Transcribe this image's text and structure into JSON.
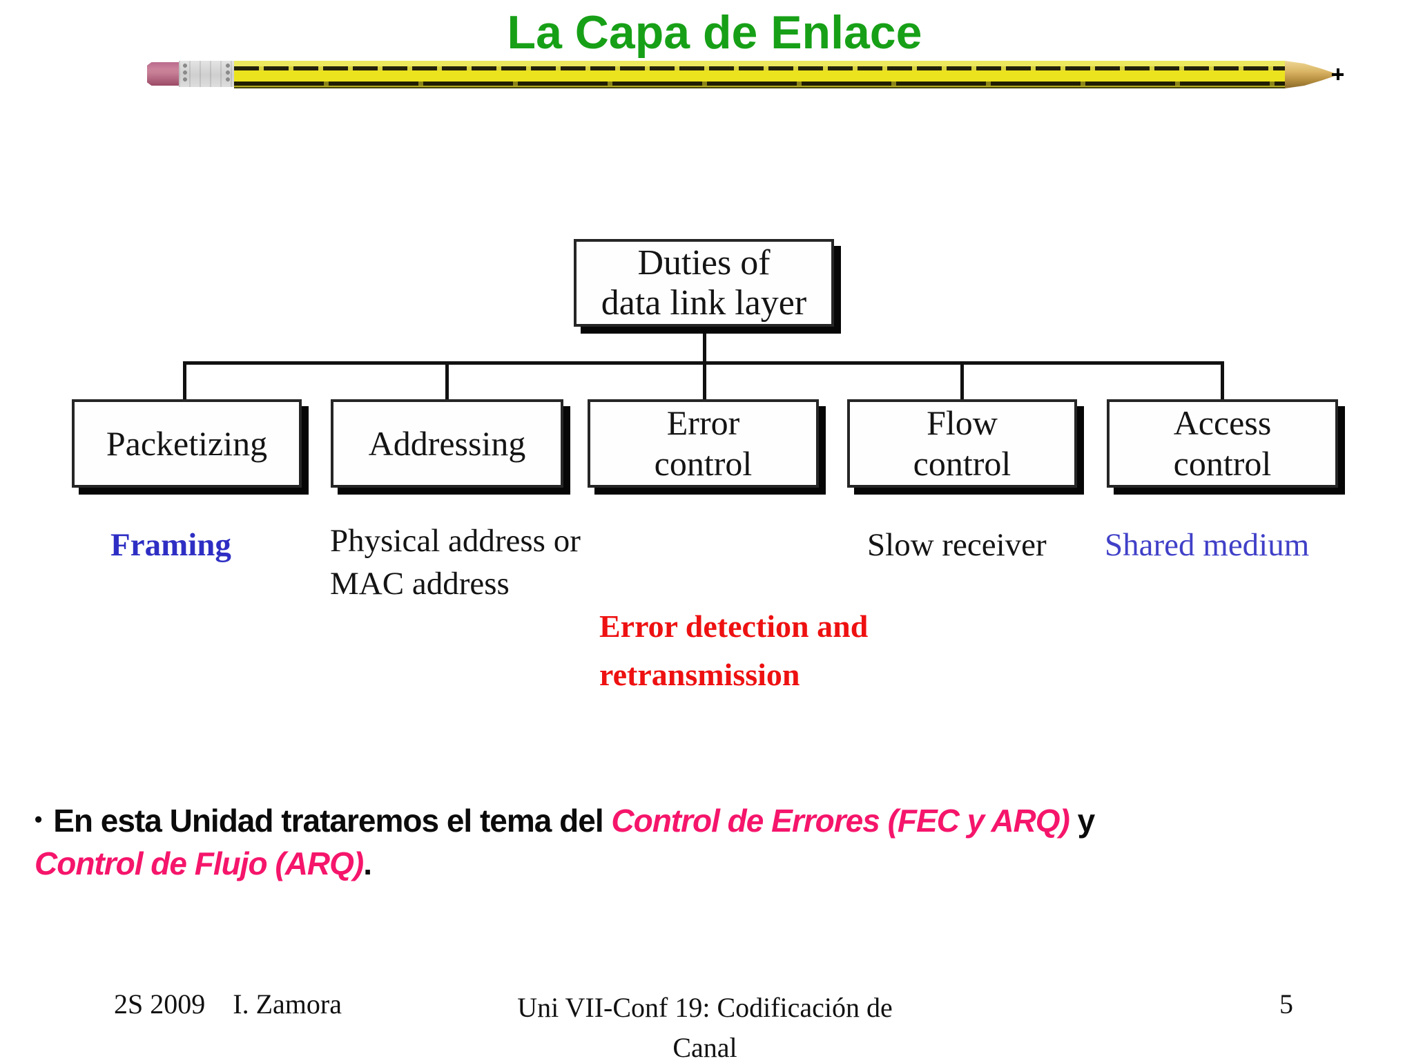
{
  "header": {
    "title": "La Capa de Enlace"
  },
  "diagram": {
    "root": {
      "line1": "Duties of",
      "line2": "data link layer"
    },
    "boxes": [
      {
        "line1": "Packetizing"
      },
      {
        "line1": "Addressing"
      },
      {
        "line1": "Error",
        "line2": "control"
      },
      {
        "line1": "Flow",
        "line2": "control"
      },
      {
        "line1": "Access",
        "line2": "control"
      }
    ],
    "notes": {
      "framing": "Framing",
      "addressing_line1": "Physical address or",
      "addressing_line2": "MAC address",
      "error_line1": "Error detection and",
      "error_line2": "retransmission",
      "flow": "Slow receiver",
      "access": "Shared medium"
    }
  },
  "bullet": {
    "marker": "•",
    "seg1": "En esta Unidad trataremos el tema del ",
    "seg2": "Control de Errores (FEC y ARQ)",
    "seg3": " y",
    "seg4": "Control de Flujo (ARQ)",
    "seg5": "."
  },
  "footer": {
    "left": "2S 2009    I. Zamora",
    "center_line1": "Uni VII-Conf 19: Codificación de",
    "center_line2": "Canal",
    "page": "5"
  },
  "colors": {
    "title_green": "#17a017",
    "framing_blue": "#2e2ec4",
    "shared_medium_blue": "#4040c8",
    "error_red": "#ee1111",
    "highlight_pink": "#f5156b",
    "pencil_yellow": "#ece31f",
    "eraser_pink": "#b9688a"
  }
}
